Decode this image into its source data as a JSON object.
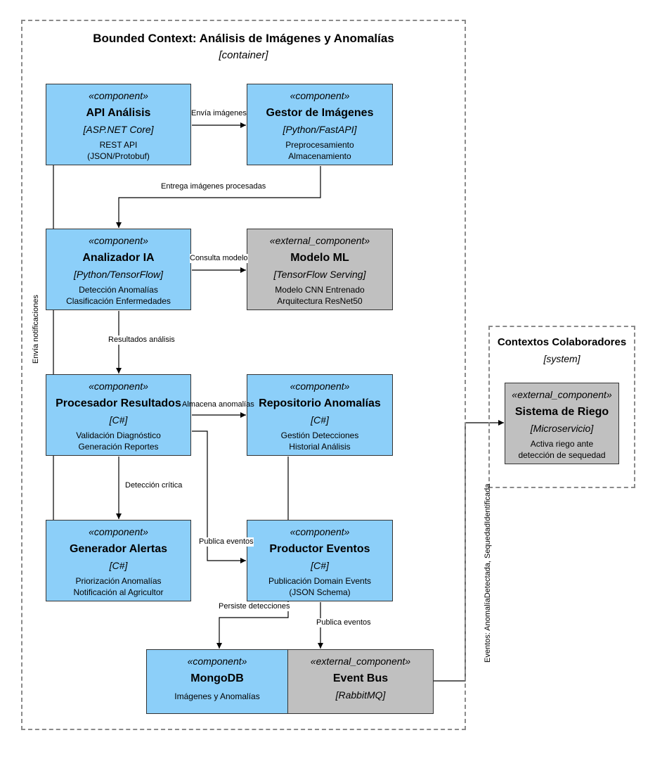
{
  "colors": {
    "component": "#8ccff9",
    "external": "#c0c0c0",
    "boundary": "#8a8a8a",
    "line": "#000000"
  },
  "boundaries": {
    "main": {
      "title": "Bounded Context: Análisis de Imágenes y Anomalías",
      "type": "[container]"
    },
    "collab": {
      "title": "Contextos Colaboradores",
      "type": "[system]"
    }
  },
  "components": {
    "api": {
      "stereotype": "«component»",
      "name": "API Análisis",
      "tech": "[ASP.NET Core]",
      "desc1": "REST API",
      "desc2": "(JSON/Protobuf)"
    },
    "gestor": {
      "stereotype": "«component»",
      "name": "Gestor de Imágenes",
      "tech": "[Python/FastAPI]",
      "desc1": "Preprocesamiento",
      "desc2": "Almacenamiento"
    },
    "analizador": {
      "stereotype": "«component»",
      "name": "Analizador IA",
      "tech": "[Python/TensorFlow]",
      "desc1": "Detección Anomalías",
      "desc2": "Clasificación Enfermedades"
    },
    "modelo": {
      "stereotype": "«external_component»",
      "name": "Modelo ML",
      "tech": "[TensorFlow Serving]",
      "desc1": "Modelo CNN Entrenado",
      "desc2": "Arquitectura ResNet50"
    },
    "procesador": {
      "stereotype": "«component»",
      "name": "Procesador Resultados",
      "tech": "[C#]",
      "desc1": "Validación Diagnóstico",
      "desc2": "Generación Reportes"
    },
    "repositorio": {
      "stereotype": "«component»",
      "name": "Repositorio Anomalías",
      "tech": "[C#]",
      "desc1": "Gestión Detecciones",
      "desc2": "Historial Análisis"
    },
    "generador": {
      "stereotype": "«component»",
      "name": "Generador Alertas",
      "tech": "[C#]",
      "desc1": "Priorización Anomalías",
      "desc2": "Notificación al Agricultor"
    },
    "productor": {
      "stereotype": "«component»",
      "name": "Productor Eventos",
      "tech": "[C#]",
      "desc1": "Publicación Domain Events",
      "desc2": "(JSON Schema)"
    },
    "mongodb": {
      "stereotype": "«component»",
      "name": "MongoDB",
      "tech": "",
      "desc1": "Imágenes y Anomalías",
      "desc2": ""
    },
    "eventbus": {
      "stereotype": "«external_component»",
      "name": "Event Bus",
      "tech": "[RabbitMQ]",
      "desc1": "",
      "desc2": ""
    },
    "riego": {
      "stereotype": "«external_component»",
      "name": "Sistema de Riego",
      "tech": "[Microservicio]",
      "desc1": "Activa riego ante",
      "desc2": "detección de sequedad"
    }
  },
  "relations": {
    "envia_imagenes": "Envía imágenes",
    "entrega_procesadas": "Entrega imágenes procesadas",
    "consulta_modelo": "Consulta modelo",
    "resultados_analisis": "Resultados análisis",
    "almacena_anomalias": "Almacena anomalías",
    "deteccion_critica": "Detección crítica",
    "publica_eventos_1": "Publica eventos",
    "persiste_detecciones": "Persiste detecciones",
    "publica_eventos_2": "Publica eventos",
    "envia_notificaciones": "Envía notificaciones",
    "eventos_riego": "Eventos: AnomalíaDetectada, SequedadIdentificada"
  }
}
